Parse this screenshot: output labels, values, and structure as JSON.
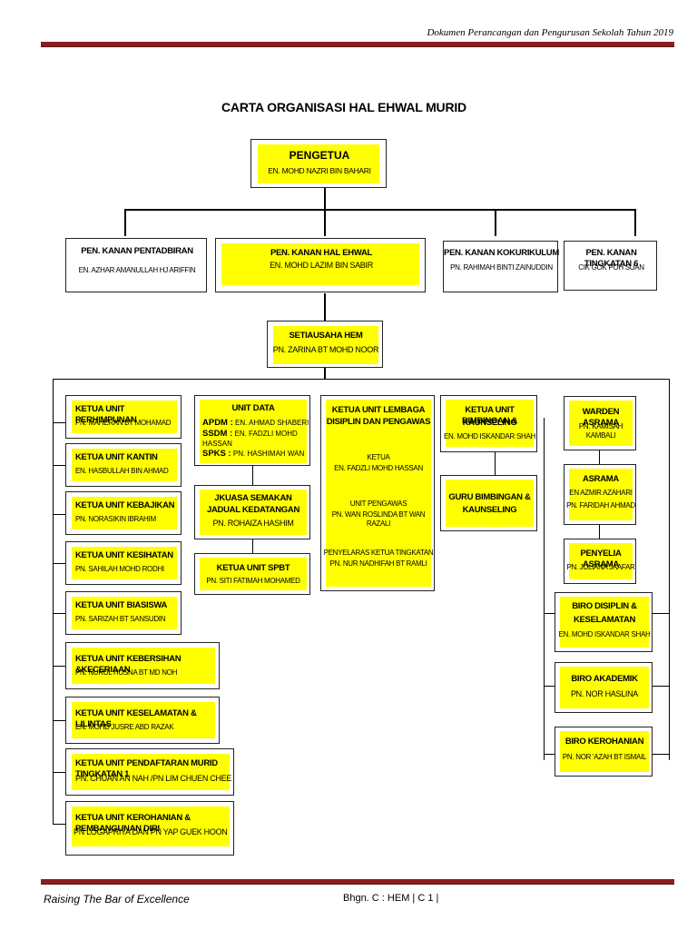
{
  "header": {
    "doc_title": "Dokumen Perancangan dan Pengurusan Sekolah Tahun 2019"
  },
  "chart": {
    "title": "CARTA ORGANISASI HAL EHWAL MURID"
  },
  "top": {
    "role": "PENGETUA",
    "name": "EN. MOHD NAZRI BIN BAHARI"
  },
  "level2": [
    {
      "role": "PEN. KANAN PENTADBIRAN",
      "name": "EN. AZHAR AMANULLAH HJ ARIFFIN"
    },
    {
      "role": "PEN. KANAN HAL EHWAL",
      "name": "EN. MOHD LAZIM BIN SABIR"
    },
    {
      "role": "PEN. KANAN KOKURIKULUM",
      "name": "PN. RAHIMAH BINTI ZAINUDDIN"
    },
    {
      "role": "PEN. KANAN TINGKATAN 6",
      "name": "CIK GOK POH SUAN"
    }
  ],
  "setiausaha": {
    "role": "SETIAUSAHA HEM",
    "name": "PN. ZARINA BT MOHD NOOR"
  },
  "left_units": [
    {
      "role": "KETUA UNIT PERHIMPUNAN",
      "name": "PN. MAHERAN BT MOHAMAD"
    },
    {
      "role": "KETUA UNIT KANTIN",
      "name": "EN. HASBULLAH BIN AHMAD"
    },
    {
      "role": "KETUA UNIT KEBAJIKAN",
      "name": "PN. NORASIKIN IBRAHIM"
    },
    {
      "role": "KETUA UNIT KESIHATAN",
      "name": "PN. SAHILAH MOHD RODHI"
    },
    {
      "role": "KETUA UNIT BIASISWA",
      "name": "PN. SARIZAH BT SANSUDIN"
    },
    {
      "role": "KETUA UNIT KEBERSIHAN &KECERIAAN",
      "name": "PN. NURUL HUSNA BT MD NOH"
    },
    {
      "role": "KETUA UNIT KESELAMATAN & LILINTAS",
      "name": "EN. MOHD JUSRE ABD RAZAK"
    },
    {
      "role": "KETUA UNIT PENDAFTARAN MURID TINGKATAN 1",
      "name": "PN. CHUAN AN NAH /PN LIM CHUEN CHEE"
    },
    {
      "role": "KETUA UNIT KEROHANIAN & PEMBANGUNAN DIRI",
      "name": "PN LOGAPRIYA DAN PN YAP GUEK HOON"
    }
  ],
  "unit_data": {
    "title": "UNIT DATA",
    "rows": [
      {
        "abbr": "APDM :",
        "name": "EN. AHMAD SHABERI"
      },
      {
        "abbr": "SSDM :",
        "name": "EN. FADZLI MOHD HASSAN"
      },
      {
        "abbr": "SPKS :",
        "name": "PN. HASHIMAH WAN"
      }
    ]
  },
  "jk_semakan": {
    "role1": "JKUASA SEMAKAN",
    "role2": "JADUAL KEDATANGAN",
    "name": "PN. ROHAIZA HASHIM"
  },
  "unit_spbt": {
    "role": "KETUA UNIT SPBT",
    "name": "PN. SITI FATIMAH MOHAMED"
  },
  "lembaga": {
    "role1": "KETUA UNIT LEMBAGA",
    "role2": "DISIPLIN DAN PENGAWAS",
    "ketua_label": "KETUA",
    "ketua_name": "EN. FADZLI MOHD HASSAN",
    "pengawas_label": "UNIT PENGAWAS",
    "pengawas_name": "PN. WAN ROSLINDA BT WAN RAZALI",
    "penyelaras_label": "PENYELARAS KETUA TINGKATAN",
    "penyelaras_name": "PN. NUR NADHIFAH BT RAMLI"
  },
  "bimbingan": {
    "role1": "KETUA UNIT BIMBINGAN &",
    "role2": "KAUNSELING",
    "name": "EN. MOHD ISKANDAR SHAH"
  },
  "guru_bimbingan": {
    "role1": "GURU BIMBINGAN &",
    "role2": "KAUNSELING"
  },
  "right_units": [
    {
      "role": "WARDEN ASRAMA",
      "name": "PN. KAMISAH KAMBALI"
    },
    {
      "role": "ASRAMA",
      "name": "EN AZMIR AZAHARI",
      "name2": "PN. FARIDAH AHMAD"
    },
    {
      "role": "PENYELIA ASRAMA",
      "name": "PN. JULIANA JAAFAR"
    },
    {
      "role": "BIRO DISIPLIN &",
      "role2": "KESELAMATAN",
      "name": "EN. MOHD ISKANDAR SHAH"
    },
    {
      "role": "BIRO AKADEMIK",
      "name": "PN. NOR HASLINA"
    },
    {
      "role": "BIRO KEROHANIAN",
      "name": "PN. NOR 'AZAH BT ISMAIL"
    }
  ],
  "footer": {
    "motto": "Raising The Bar of Excellence",
    "section": "Bhgn. C : HEM | C 1 |"
  },
  "colors": {
    "highlight": "#ffff00",
    "rule": "#8a1e1e"
  }
}
